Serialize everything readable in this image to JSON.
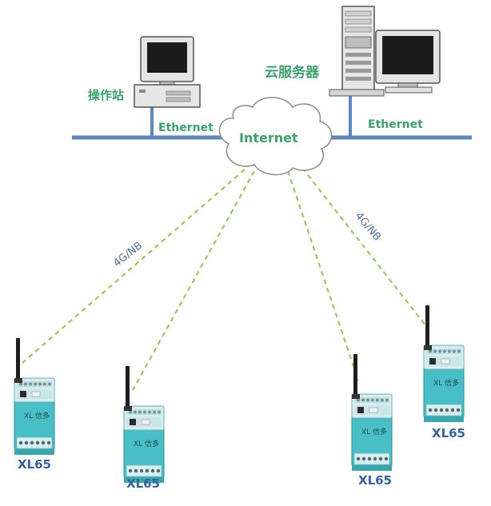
{
  "nodes": {
    "operator_station": "操作站",
    "cloud_server": "云服务器",
    "internet": "Internet",
    "ethernet_left": "Ethernet",
    "ethernet_right": "Ethernet"
  },
  "links": {
    "left": "4G/NB",
    "right": "4G/NB"
  },
  "devices": [
    {
      "label": "XL65",
      "brand": "XL 信多"
    },
    {
      "label": "XL65",
      "brand": "XL 信多"
    },
    {
      "label": "XL65",
      "brand": "XL 信多"
    },
    {
      "label": "XL65",
      "brand": "XL 信多"
    }
  ],
  "colors": {
    "ethernet_line": "#5b86c4",
    "wireless_link": "#8ccc45",
    "device_body": "#4ec3c9",
    "label_green": "#3aa36a",
    "label_blue": "#2f63a6"
  }
}
